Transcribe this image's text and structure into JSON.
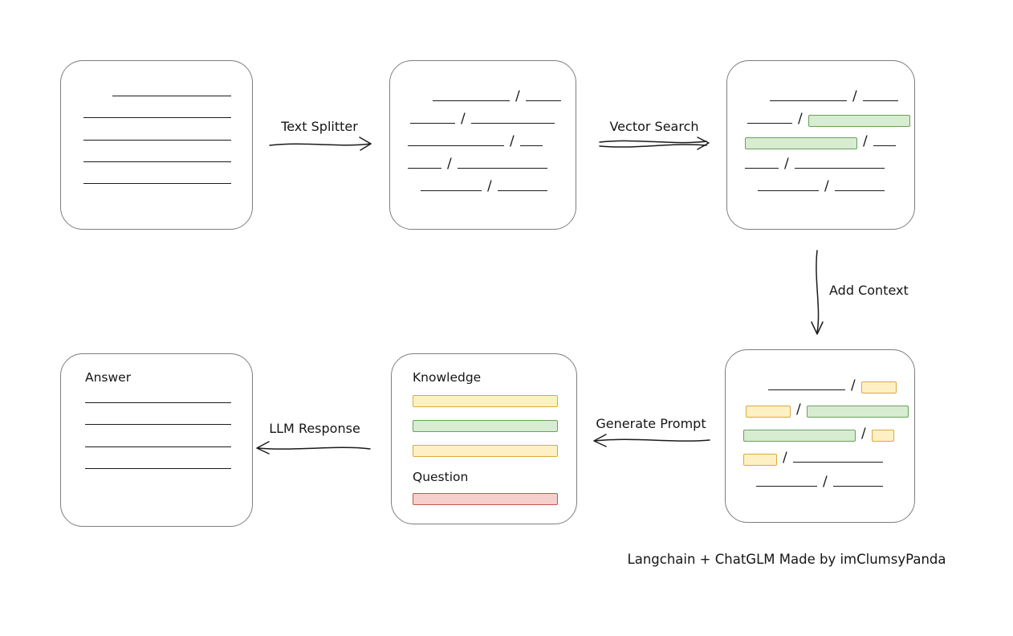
{
  "diagram": {
    "caption": "Langchain + ChatGLM Made by imClumsyPanda",
    "labels": {
      "text_splitter": "Text Splitter",
      "vector_search": "Vector Search",
      "add_context": "Add Context",
      "generate_prompt": "Generate Prompt",
      "llm_response": "LLM Response"
    },
    "glyphs": {
      "slash": "/"
    },
    "colors": {
      "line": "#1b1b1b",
      "green-fill": "#d7ecd1",
      "green-border": "#67a25a",
      "yellow-fill": "#fdf0c4",
      "yellow-border": "#d9ab3c",
      "red-fill": "#f5cfcb",
      "red-border": "#c2564e"
    },
    "document_box": {
      "lines": [
        {
          "indent": 64,
          "w": 148
        },
        {
          "indent": 28,
          "w": 184
        },
        {
          "indent": 28,
          "w": 184
        },
        {
          "indent": 28,
          "w": 184
        },
        {
          "indent": 28,
          "w": 184
        }
      ]
    },
    "chunks_box": {
      "rows": [
        {
          "indent": 53,
          "segments": [
            {
              "t": "line",
              "w": 96
            },
            {
              "t": "slash"
            },
            {
              "t": "line",
              "w": 44
            }
          ]
        },
        {
          "indent": 25,
          "segments": [
            {
              "t": "line",
              "w": 56
            },
            {
              "t": "slash"
            },
            {
              "t": "line",
              "w": 104
            }
          ]
        },
        {
          "indent": 22,
          "segments": [
            {
              "t": "line",
              "w": 120
            },
            {
              "t": "slash"
            },
            {
              "t": "line",
              "w": 28
            }
          ]
        },
        {
          "indent": 22,
          "segments": [
            {
              "t": "line",
              "w": 42
            },
            {
              "t": "slash"
            },
            {
              "t": "line",
              "w": 112
            }
          ]
        },
        {
          "indent": 38,
          "segments": [
            {
              "t": "line",
              "w": 76
            },
            {
              "t": "slash"
            },
            {
              "t": "line",
              "w": 62
            }
          ]
        }
      ]
    },
    "search_box": {
      "rows": [
        {
          "indent": 53,
          "segments": [
            {
              "t": "line",
              "w": 96
            },
            {
              "t": "slash"
            },
            {
              "t": "line",
              "w": 44
            }
          ]
        },
        {
          "indent": 25,
          "segments": [
            {
              "t": "line",
              "w": 56
            },
            {
              "t": "slash"
            },
            {
              "t": "green",
              "w": 127
            }
          ]
        },
        {
          "indent": 22,
          "segments": [
            {
              "t": "green",
              "w": 140
            },
            {
              "t": "slash"
            },
            {
              "t": "line",
              "w": 28
            }
          ]
        },
        {
          "indent": 22,
          "segments": [
            {
              "t": "line",
              "w": 42
            },
            {
              "t": "slash"
            },
            {
              "t": "line",
              "w": 112
            }
          ]
        },
        {
          "indent": 38,
          "segments": [
            {
              "t": "line",
              "w": 76
            },
            {
              "t": "slash"
            },
            {
              "t": "line",
              "w": 62
            }
          ]
        }
      ]
    },
    "context_box": {
      "rows": [
        {
          "indent": 53,
          "segments": [
            {
              "t": "line",
              "w": 96
            },
            {
              "t": "slash"
            },
            {
              "t": "yellow",
              "w": 44
            }
          ]
        },
        {
          "indent": 25,
          "segments": [
            {
              "t": "yellow",
              "w": 56
            },
            {
              "t": "slash"
            },
            {
              "t": "green",
              "w": 127
            }
          ]
        },
        {
          "indent": 22,
          "segments": [
            {
              "t": "green",
              "w": 140
            },
            {
              "t": "slash"
            },
            {
              "t": "yellow",
              "w": 28
            }
          ]
        },
        {
          "indent": 22,
          "segments": [
            {
              "t": "yellow",
              "w": 42
            },
            {
              "t": "slash"
            },
            {
              "t": "line",
              "w": 112
            }
          ]
        },
        {
          "indent": 38,
          "segments": [
            {
              "t": "line",
              "w": 76
            },
            {
              "t": "slash"
            },
            {
              "t": "line",
              "w": 62
            }
          ]
        }
      ]
    },
    "prompt_box": {
      "knowledge_label": "Knowledge",
      "question_label": "Question",
      "knowledge_bars": [
        {
          "t": "yellow"
        },
        {
          "t": "green"
        },
        {
          "t": "yellow"
        }
      ],
      "question_bars": [
        {
          "t": "red"
        }
      ]
    },
    "answer_box": {
      "label": "Answer",
      "lines": [
        {
          "indent": 30,
          "w": 182
        },
        {
          "indent": 30,
          "w": 182
        },
        {
          "indent": 30,
          "w": 182
        },
        {
          "indent": 30,
          "w": 182
        }
      ]
    }
  }
}
